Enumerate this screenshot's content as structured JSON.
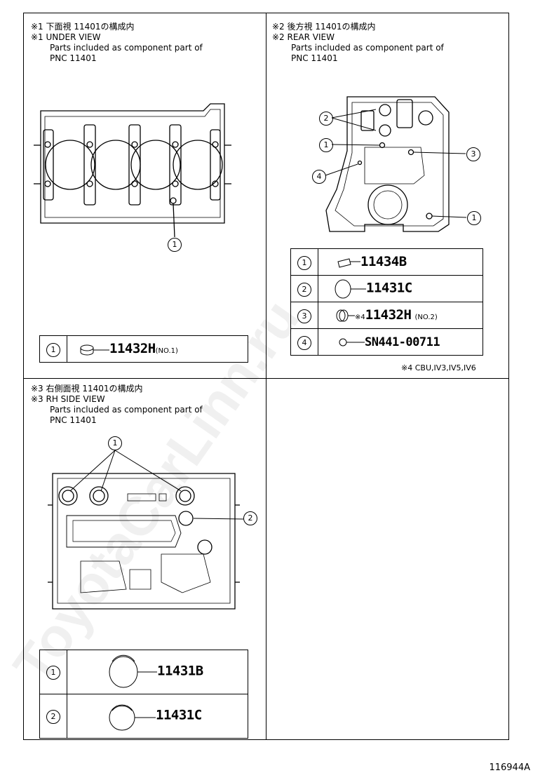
{
  "panels": {
    "under": {
      "title_jp": "※1 下面視 11401の構成内",
      "title_en": "※1 UNDER VIEW",
      "desc1": "Parts included as component part of",
      "desc2": "PNC 11401",
      "callouts": [
        "1"
      ],
      "parts": [
        {
          "no": "1",
          "pn": "11432H",
          "note": "(NO.1)"
        }
      ]
    },
    "rear": {
      "title_jp": "※2 後方視 11401の構成内",
      "title_en": "※2 REAR VIEW",
      "desc1": "Parts included as component part of",
      "desc2": "PNC 11401",
      "callouts": [
        "2",
        "1",
        "3",
        "4",
        "1"
      ],
      "parts": [
        {
          "no": "1",
          "pn": "11434B",
          "prefix": "",
          "note": ""
        },
        {
          "no": "2",
          "pn": "11431C",
          "prefix": "",
          "note": ""
        },
        {
          "no": "3",
          "pn": "11432H",
          "prefix": "※4",
          "note": "(NO.2)"
        },
        {
          "no": "4",
          "pn": "SN441-00711",
          "prefix": "",
          "note": ""
        }
      ],
      "footnote": "※4 CBU,IV3,IV5,IV6"
    },
    "rh": {
      "title_jp": "※3 右側面視 11401の構成内",
      "title_en": "※3 RH SIDE VIEW",
      "desc1": "Parts included as component part of",
      "desc2": "PNC 11401",
      "callouts": [
        "1",
        "2"
      ],
      "parts": [
        {
          "no": "1",
          "pn": "11431B"
        },
        {
          "no": "2",
          "pn": "11431C"
        }
      ]
    }
  },
  "figure_id": "116944A",
  "watermark": "ToyotaCarLinn.ru"
}
